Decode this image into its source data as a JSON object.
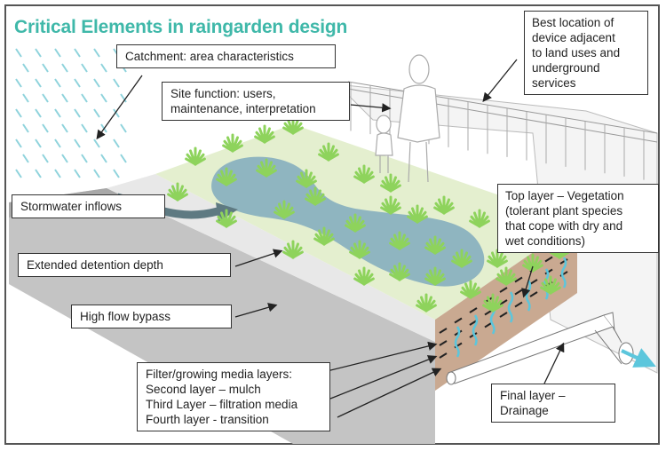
{
  "title": "Critical Elements in raingarden design",
  "colors": {
    "title": "#3fb8a9",
    "rain": "#8fd3dc",
    "vegetation": "#8ed35c",
    "ponding_water": "#8fb5c0",
    "mulch_bed": "#e4efcf",
    "soil_profile": "#c9a991",
    "inflow_arrow": "#5e7a82",
    "drainage_water": "#5cc6dc",
    "road": "#bdbdbd",
    "kerb": "#e6e6e6"
  },
  "labels": {
    "catchment": "Catchment: area characteristics",
    "site_function": [
      "Site function: users,",
      "maintenance, interpretation"
    ],
    "best_location": [
      "Best location of",
      "device adjacent",
      "to land uses and",
      "underground",
      "services"
    ],
    "stormwater": "Stormwater inflows",
    "detention": "Extended detention depth",
    "bypass": "High flow bypass",
    "top_layer": [
      "Top layer – Vegetation",
      "(tolerant plant species",
      "that cope with dry and",
      "wet conditions)"
    ],
    "filter_layers": [
      "Filter/growing media layers:",
      "Second layer – mulch",
      "Third Layer – filtration media",
      "Fourth layer - transition"
    ],
    "final_layer": [
      "Final layer –",
      "Drainage"
    ]
  }
}
